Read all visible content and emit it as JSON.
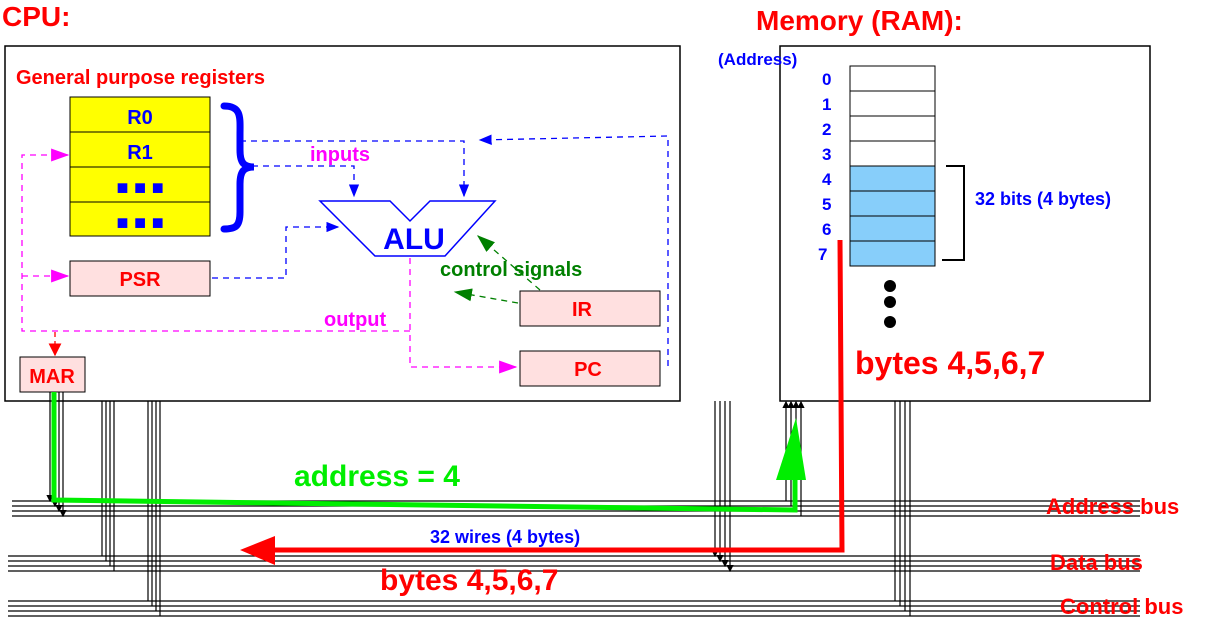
{
  "cpu": {
    "title": "CPU:",
    "gpr_label": "General purpose registers",
    "registers": [
      "R0",
      "R1",
      "■ ■ ■",
      "■ ■ ■"
    ],
    "inputs_label": "inputs",
    "alu_label": "ALU",
    "control_signals_label": "control signals",
    "output_label": "output",
    "psr_label": "PSR",
    "ir_label": "IR",
    "pc_label": "PC",
    "mar_label": "MAR"
  },
  "memory": {
    "title": "Memory (RAM):",
    "address_header": "(Address)",
    "addresses": [
      "0",
      "1",
      "2",
      "3",
      "4",
      "5",
      "6",
      "7"
    ],
    "highlighted": [
      4,
      5,
      6,
      7
    ],
    "word_label": "32 bits (4 bytes)",
    "bytes_label": "bytes 4,5,6,7"
  },
  "buses": {
    "address_bus": "Address bus",
    "data_bus": "Data bus",
    "control_bus": "Control bus",
    "address_value_label": "address = 4",
    "data_width_label": "32 wires (4 bytes)",
    "data_value_label": "bytes 4,5,6,7"
  },
  "colors": {
    "title_red": "#ff0000",
    "blue": "#0000ff",
    "magenta": "#ff00ff",
    "green_signal": "#008000",
    "green_address": "#00ee00",
    "register_yellow": "#ffff00",
    "special_register": "#ffe0e0",
    "memory_highlight": "#87cefa"
  }
}
